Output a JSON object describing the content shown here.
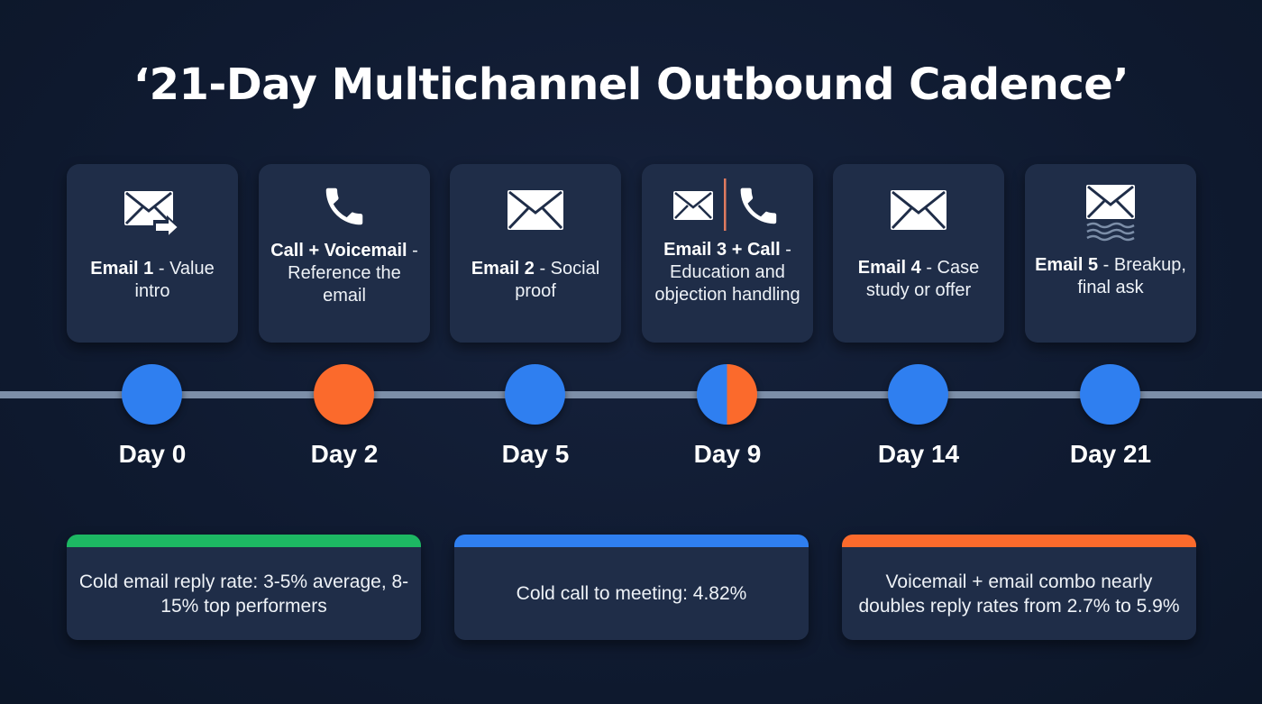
{
  "title": "‘21-Day Multichannel Outbound Cadence’",
  "colors": {
    "email_blue": "#2f7ff0",
    "call_orange": "#fb6a2c",
    "green": "#1db863",
    "card_bg": "#1f2d48",
    "timeline": "#7c8ea8"
  },
  "steps": [
    {
      "icon": "email-forward-icon",
      "bold": "Email 1",
      "rest": " - Value intro",
      "day": "Day 0",
      "type": "email"
    },
    {
      "icon": "phone-icon",
      "bold": "Call + Voicemail",
      "rest": " - Reference the email",
      "day": "Day 2",
      "type": "call"
    },
    {
      "icon": "email-icon",
      "bold": "Email 2",
      "rest": " - Social proof",
      "day": "Day 5",
      "type": "email"
    },
    {
      "icon": "email-and-phone-icon",
      "bold": "Email 3 + Call",
      "rest": " - Education and objection handling",
      "day": "Day 9",
      "type": "both"
    },
    {
      "icon": "email-icon",
      "bold": "Email 4",
      "rest": " - Case study or offer",
      "day": "Day 14",
      "type": "email"
    },
    {
      "icon": "email-waves-icon",
      "bold": "Email 5",
      "rest": " - Breakup, final ask",
      "day": "Day 21",
      "type": "email"
    }
  ],
  "stats": [
    {
      "text": "Cold email reply rate: 3-5% average, 8-15% top performers",
      "accent": "green"
    },
    {
      "text": "Cold call to meeting: 4.82%",
      "accent": "blue"
    },
    {
      "text": "Voicemail + email combo nearly doubles reply rates from 2.7% to 5.9%",
      "accent": "orange"
    }
  ]
}
